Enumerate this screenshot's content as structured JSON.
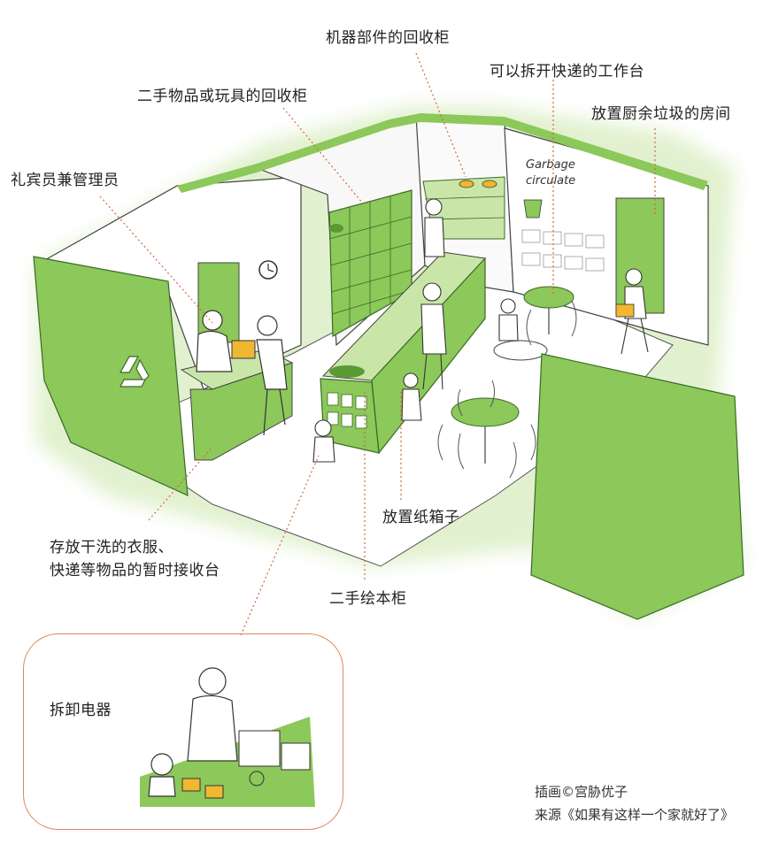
{
  "labels": {
    "machine_parts": "机器部件的回收柜",
    "unpack_table": "可以拆开快递的工作台",
    "secondhand_toys": "二手物品或玩具的回收柜",
    "kitchen_waste": "放置厨余垃圾的房间",
    "receptionist": "礼宾员兼管理员",
    "storage_line1": "存放干洗的衣服、",
    "storage_line2": "快递等物品的暂时接收台",
    "cardboard": "放置纸箱子",
    "picture_books": "二手绘本柜",
    "disassemble": "拆卸电器"
  },
  "wall_sign": {
    "line1": "Garbage",
    "line2": "circulate"
  },
  "credits": {
    "illustrator": "插画©宫胁优子",
    "source": "来源《如果有这样一个家就好了》"
  },
  "colors": {
    "green_main": "#8cc85a",
    "green_light": "#c9e6a8",
    "green_dark": "#5a9a35",
    "leader_line": "#d2693a",
    "inset_border": "#d98a5a"
  }
}
